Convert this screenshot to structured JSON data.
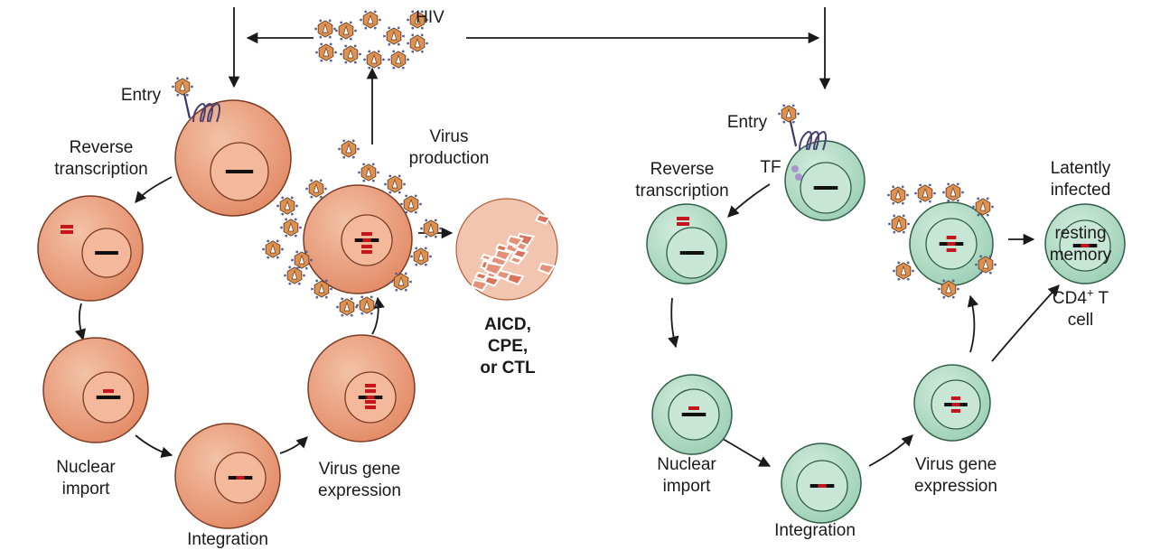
{
  "labels": {
    "hiv": "HIV",
    "left_entry": "Entry",
    "left_reverse_transcription": "Reverse\ntranscription",
    "left_nuclear_import": "Nuclear\nimport",
    "left_integration": "Integration",
    "left_virus_gene_expression": "Virus gene\nexpression",
    "virus_production": "Virus\nproduction",
    "death_causes": "AICD,\nCPE,\nor CTL",
    "right_entry": "Entry",
    "tf": "TF",
    "right_reverse_transcription": "Reverse\ntranscription",
    "right_nuclear_import": "Nuclear\nimport",
    "right_integration": "Integration",
    "right_virus_gene_expression": "Virus gene\nexpression",
    "latent_line1": "Latently infected",
    "latent_line2": "resting memory",
    "latent_cd4": "CD4",
    "latent_sup": "+",
    "latent_tail": " T cell"
  },
  "colors": {
    "activated_cell": "#e89a78",
    "activated_cell_edge": "#7a3b24",
    "activated_nucleus": "#f4b89b",
    "resting_cell": "#a9d6bf",
    "resting_cell_edge": "#2f5e48",
    "resting_nucleus": "#c8e6d6",
    "dna": "#111111",
    "viral_dna": "#c4161c",
    "virion": "#e0904f",
    "tf_dots": "#a996c8"
  },
  "icons": {
    "virion": "hiv-virion-icon",
    "receptor": "cd4-receptor-icon",
    "dying_cell": "lysed-cell-icon"
  }
}
